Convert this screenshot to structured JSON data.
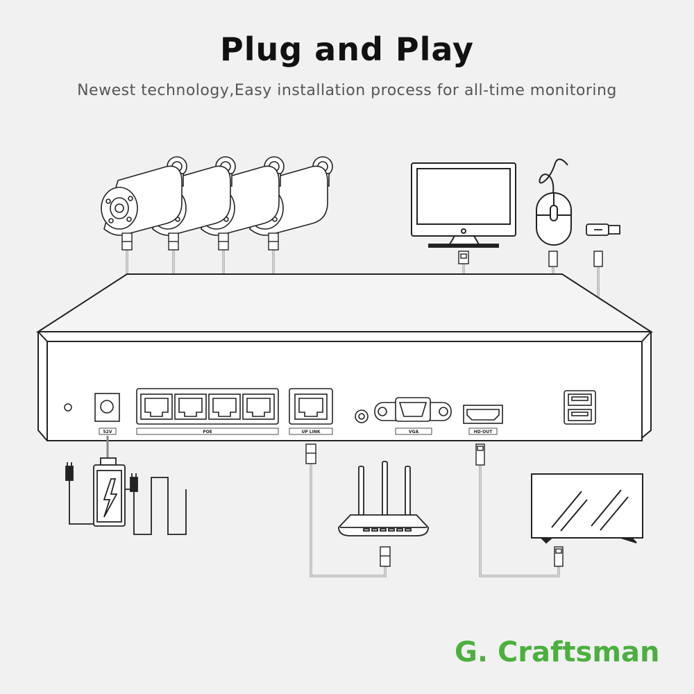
{
  "header": {
    "title": "Plug and Play",
    "subtitle": "Newest technology,Easy installation process for all-time monitoring"
  },
  "ports": {
    "power": "52V",
    "poe": "POE",
    "uplink": "UP LINK",
    "vga": "VGA",
    "hdout": "HD-OUT"
  },
  "brand": {
    "name": "G. Craftsman",
    "color": "#4caf3f"
  },
  "icons": [
    "bullet-camera-icon",
    "monitor-icon",
    "mouse-icon",
    "usb-drive-icon",
    "router-icon",
    "tv-icon",
    "power-adapter-icon"
  ]
}
